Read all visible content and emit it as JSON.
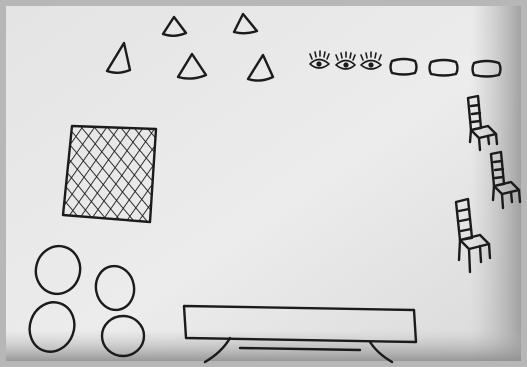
{
  "image": {
    "kind": "photo-of-hand-drawing",
    "paper_color": "#e9e9e9",
    "shadow_color": "#a9a9a9",
    "ink_color": "#1b1b1b"
  },
  "drawing": {
    "cones": 5,
    "eyes": 3,
    "pillows": 3,
    "chairs": 3,
    "rug": 1,
    "circles": 4,
    "table": 1
  }
}
